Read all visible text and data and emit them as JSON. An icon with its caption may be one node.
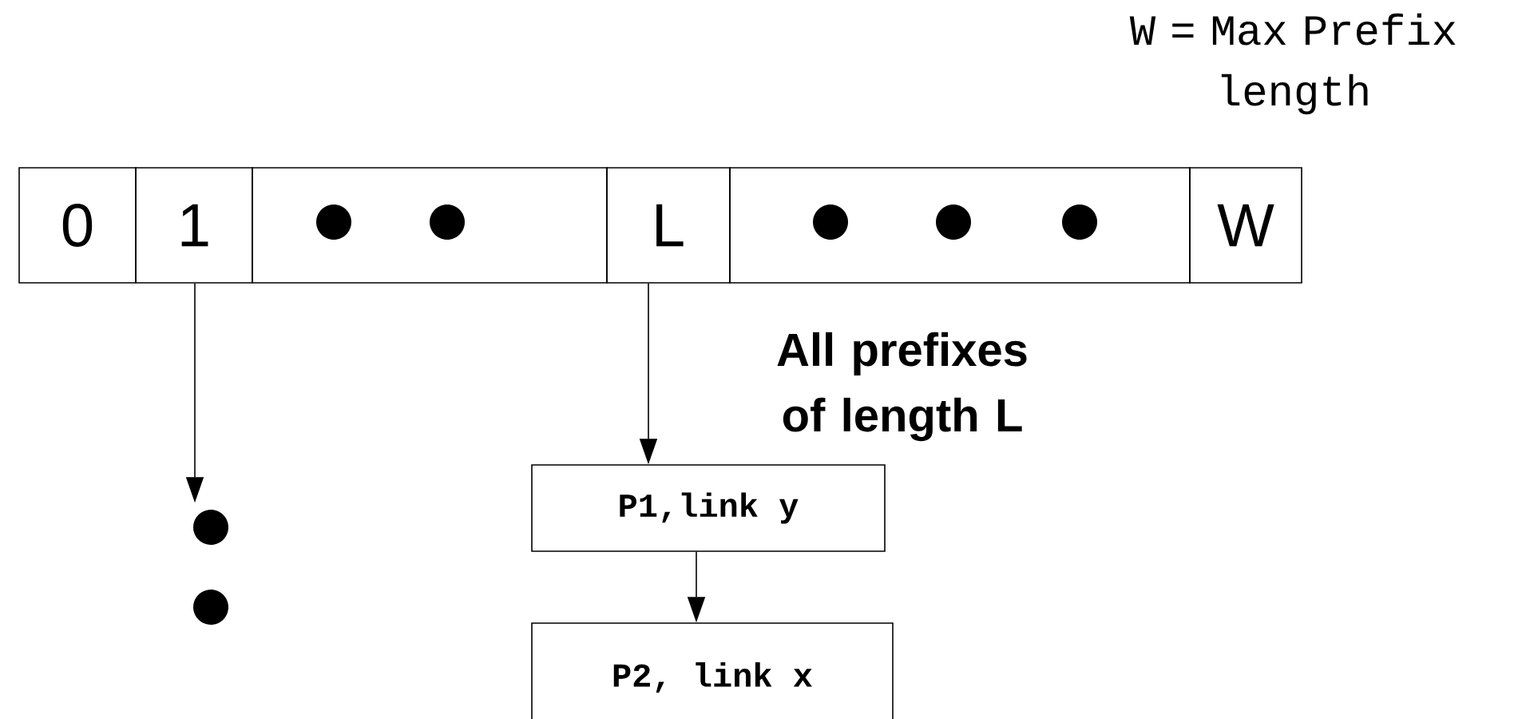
{
  "diagram": {
    "nodes": [
      {
        "text": [
          "0"
        ]
      },
      {
        "text": [
          "1"
        ]
      },
      {
        "text": [],
        "shape": "box"
      },
      {
        "text": [
          "L"
        ]
      },
      {
        "text": [],
        "shape": "box"
      },
      {
        "text": [
          "W"
        ]
      },
      {
        "text": [],
        "shape": "circle"
      },
      {
        "text": [
          "P1,link y"
        ]
      },
      {
        "text": [
          "P2, link x"
        ]
      }
    ],
    "edges": [
      {
        "from": 1,
        "to": 6,
        "arrow": "to"
      },
      {
        "from": 3,
        "to": 7,
        "arrow": "to"
      },
      {
        "from": 7,
        "to": 8,
        "arrow": "to"
      }
    ],
    "labels": [
      "W = Max Prefix length",
      "All prefixes of length L"
    ]
  }
}
